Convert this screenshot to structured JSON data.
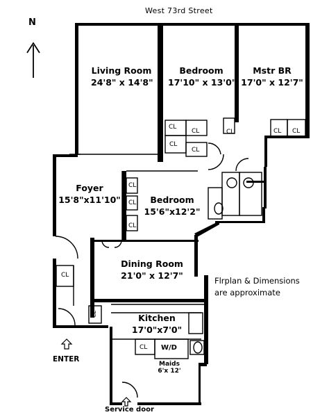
{
  "street": "West 73rd Street",
  "compass": "N",
  "rooms": {
    "living": {
      "name": "Living Room",
      "dims": "24'8\" x 14'8\""
    },
    "bedroom1": {
      "name": "Bedroom",
      "dims": "17'10\" x 13'0\""
    },
    "mstr": {
      "name": "Mstr BR",
      "dims": "17'0\" x 12'7\""
    },
    "foyer": {
      "name": "Foyer",
      "dims": "15'8\"x11'10\""
    },
    "bedroom2": {
      "name": "Bedroom",
      "dims": "15'6\"x12'2\""
    },
    "dining": {
      "name": "Dining Room",
      "dims": "21'0\" x 12'7\""
    },
    "kitchen": {
      "name": "Kitchen",
      "dims": "17'0\"x7'0\""
    },
    "maids": {
      "name": "Maids",
      "dims": "6'x 12'"
    }
  },
  "closet_label": "CL",
  "wd_label": "W/D",
  "enter_label": "ENTER",
  "service_label": "Service door",
  "note": {
    "line1": "Flrplan & Dimensions",
    "line2": "are approximate"
  },
  "colors": {
    "walls": "#000000",
    "background": "#ffffff"
  }
}
